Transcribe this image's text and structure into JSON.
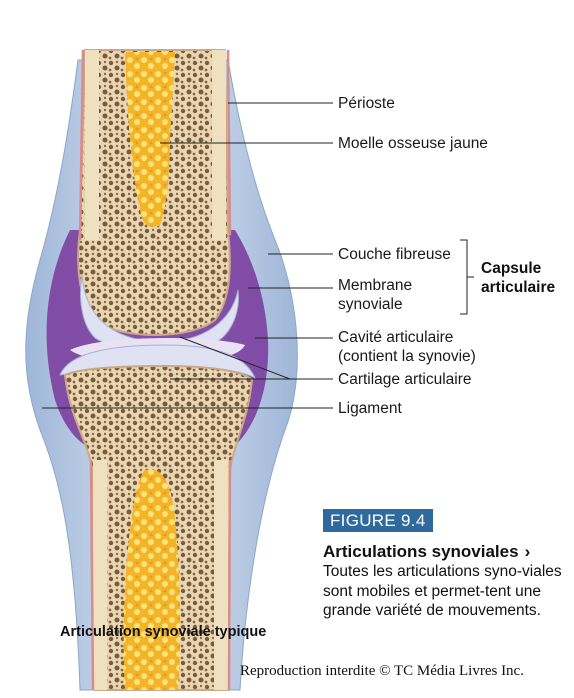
{
  "labels": {
    "periosteum": "Périoste",
    "yellow_marrow": "Moelle osseuse jaune",
    "fibrous_layer": "Couche fibreuse",
    "synovial_membrane": "Membrane\nsynoviale",
    "joint_cavity": "Cavité articulaire\n(contient la synovie)",
    "articular_cartilage": "Cartilage articulaire",
    "ligament": "Ligament"
  },
  "capsule_label": "Capsule\narticulaire",
  "figure": {
    "number": "FIGURE 9.4",
    "title": "Articulations synoviales",
    "arrow": "›",
    "text": "Toutes les articulations syno-viales sont mobiles et permet-tent une grande variété de mouvements."
  },
  "caption": "Articulation synoviale typique",
  "copyright": "Reproduction interdite © TC Média Livres Inc.",
  "colors": {
    "figure_badge": "#2e6a9c",
    "synovial_purple": "#7b3f9e",
    "marrow_yellow": "#f5c030",
    "cartilage_blue": "#d8dcf0",
    "ligament_blue": "#b9cce6"
  }
}
